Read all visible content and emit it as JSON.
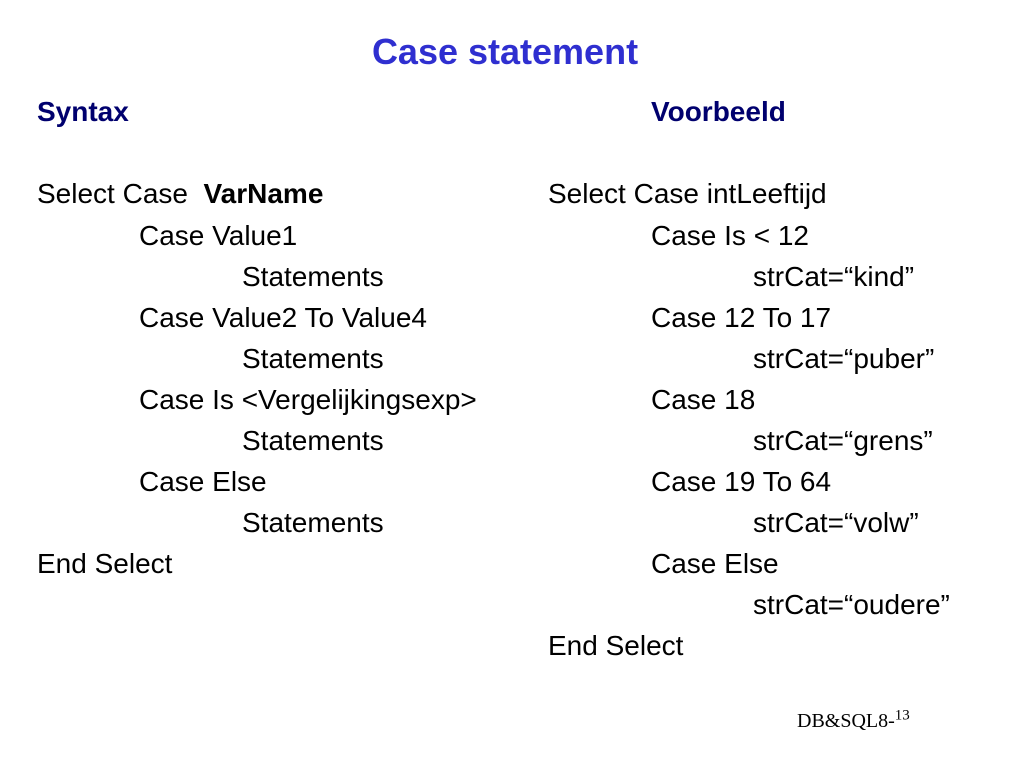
{
  "slide": {
    "title": "Case statement",
    "footer_label": "DB&SQL8-",
    "page_number": "13"
  },
  "syntax": {
    "heading": "Syntax",
    "line1_prefix": "Select Case",
    "line1_var": "VarName",
    "lines": [
      "Case Value1",
      "Statements",
      "Case Value2 To Value4",
      "Statements",
      "Case Is <Vergelijkingsexp>",
      "Statements",
      "Case Else",
      "Statements",
      "End Select"
    ]
  },
  "example": {
    "heading": "Voorbeeld",
    "lines": [
      "Select Case intLeeftijd",
      "Case Is < 12",
      "strCat=“kind”",
      "Case 12 To 17",
      "strCat=“puber”",
      "Case 18",
      "strCat=“grens”",
      "Case 19 To 64",
      "strCat=“volw”",
      "Case Else",
      "strCat=“oudere”",
      "End Select"
    ]
  }
}
